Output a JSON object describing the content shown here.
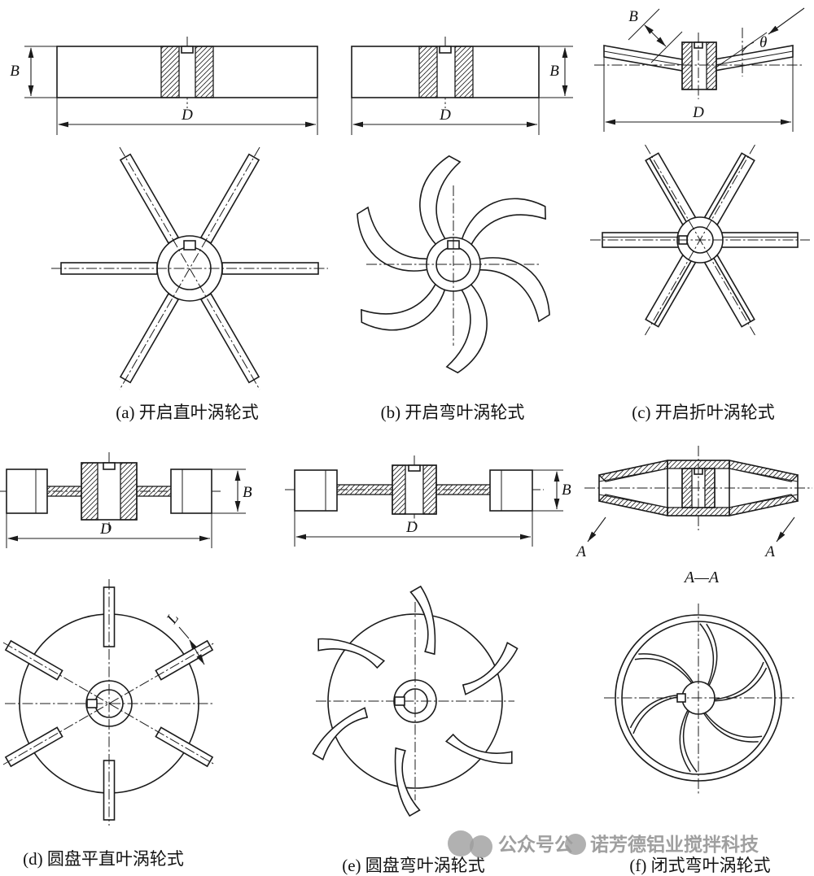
{
  "figure": {
    "panels": {
      "a": {
        "caption": "(a) 开启直叶涡轮式",
        "dim_B": "B",
        "dim_D": "D"
      },
      "b": {
        "caption": "(b) 开启弯叶涡轮式",
        "dim_B": "B",
        "dim_D": "D"
      },
      "c": {
        "caption": "(c) 开启折叶涡轮式",
        "dim_B": "B",
        "dim_D": "D",
        "angle": "θ"
      },
      "d": {
        "caption": "(d) 圆盘平直叶涡轮式",
        "dim_B": "B",
        "dim_D": "D",
        "dim_L": "L"
      },
      "e": {
        "caption": "(e) 圆盘弯叶涡轮式",
        "dim_B": "B",
        "dim_D": "D"
      },
      "f": {
        "caption": "(f) 闭式弯叶涡轮式",
        "section_label": "A—A",
        "cut_left": "A",
        "cut_right": "A"
      }
    },
    "watermark": {
      "part1": "公众号公",
      "part2": "诺芳德铝业搅拌科技"
    }
  }
}
